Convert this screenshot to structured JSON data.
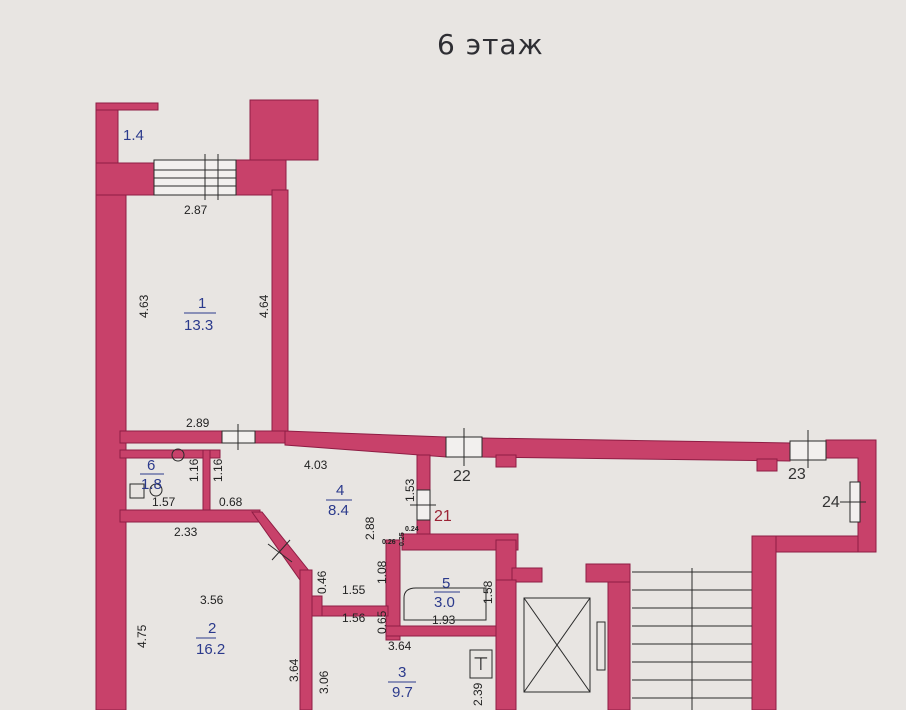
{
  "title": "6 этаж",
  "colors": {
    "wall": "#c8416a",
    "wall_edge": "#8e1d44",
    "background": "#e8e5e2",
    "room_label": "#2b3a8c",
    "dimension": "#222222"
  },
  "balcony": {
    "area": "1.4"
  },
  "rooms": [
    {
      "number": "1",
      "area": "13.3"
    },
    {
      "number": "2",
      "area": "16.2"
    },
    {
      "number": "3",
      "area": "9.7"
    },
    {
      "number": "4",
      "area": "8.4"
    },
    {
      "number": "5",
      "area": "3.0"
    },
    {
      "number": "6",
      "area": "1.8"
    }
  ],
  "dimensions": {
    "r1_top": "2.87",
    "r1_left": "4.63",
    "r1_right": "4.64",
    "r1_bottom": "2.89",
    "hall_top": "4.03",
    "hall_right": "1.53",
    "hall_height": "2.88",
    "wc_w1": "1.16",
    "wc_w2": "1.16",
    "wc_bottom": "1.57",
    "door_068": "0.68",
    "r2_top": "2.33",
    "r2_mid": "3.56",
    "r2_left": "4.75",
    "r2_right": "3.64",
    "kitchen_left": "3.06",
    "kitchen_top": "3.64",
    "kitchen_right": "2.39",
    "step_046": "0.46",
    "step_155": "1.55",
    "step_156": "1.56",
    "step_065": "0.65",
    "bath_left": "1.08",
    "bath_bottom": "1.93",
    "bath_right": "1.58",
    "tiny_026": "0.26",
    "tiny_025": "0.25",
    "tiny_024": "0.24"
  },
  "axes": {
    "a21": "21",
    "a22": "22",
    "a23": "23",
    "a24": "24"
  },
  "fixtures": {
    "toilet_symbol": "⊤"
  }
}
